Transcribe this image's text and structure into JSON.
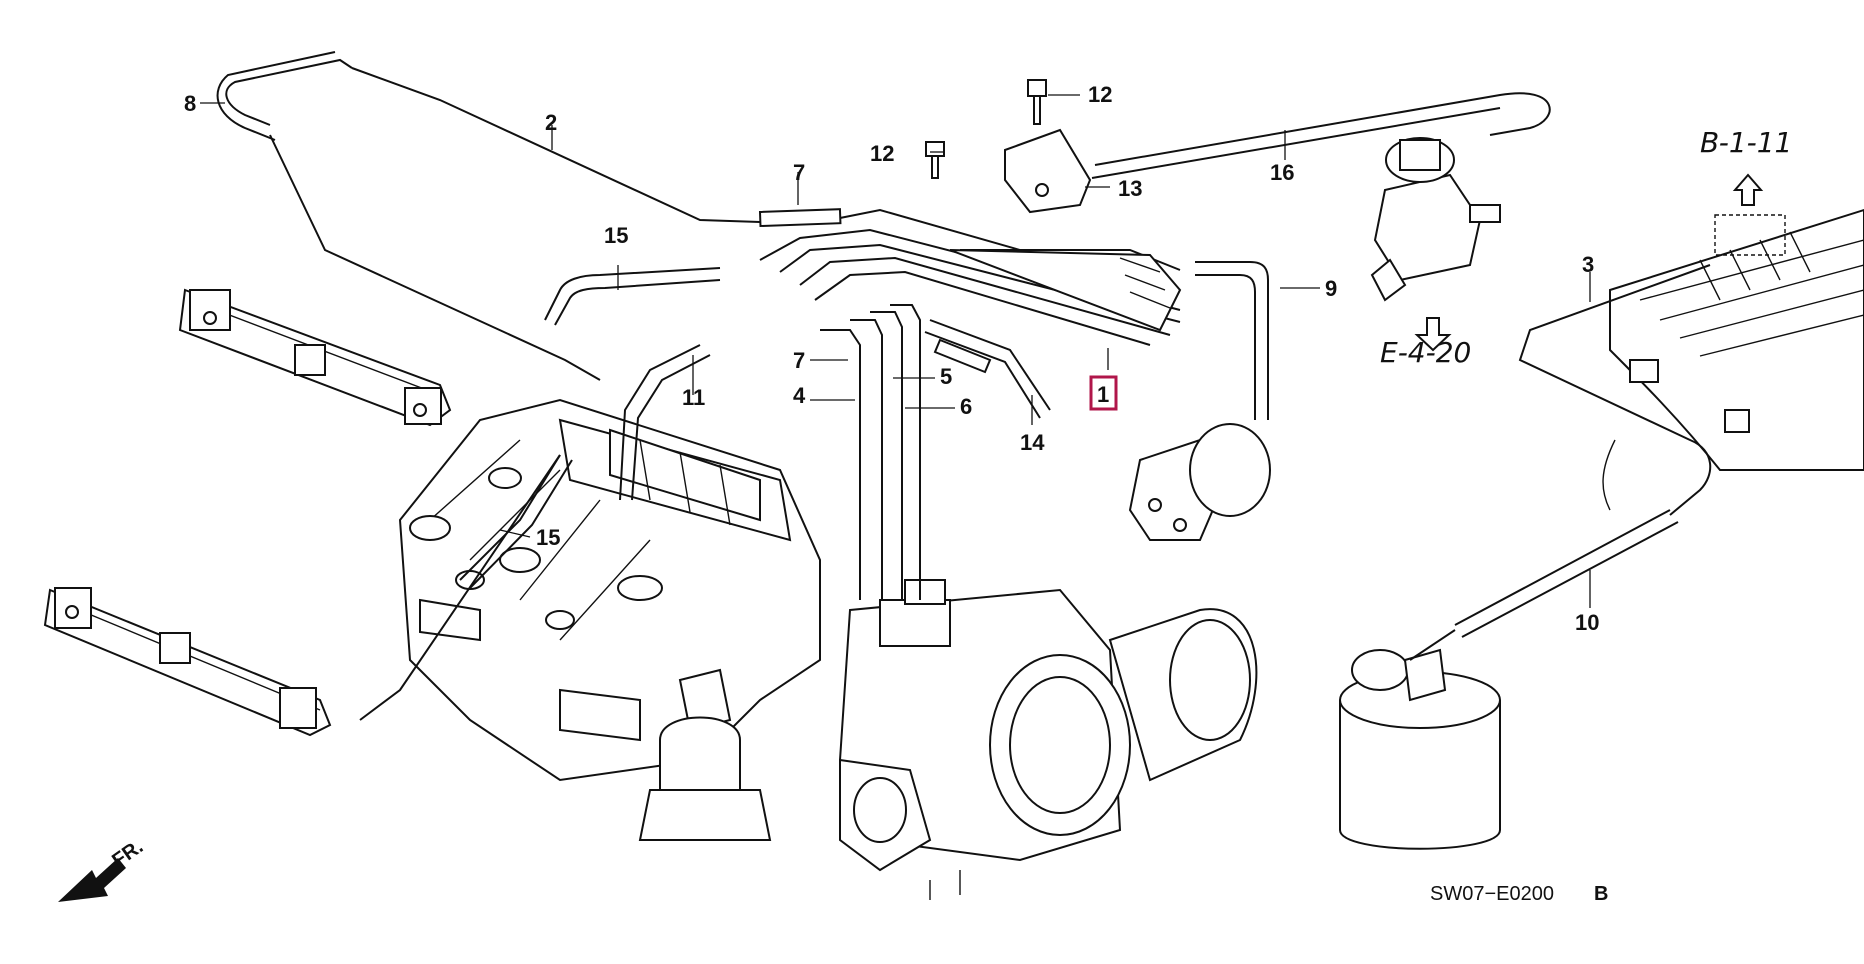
{
  "diagram": {
    "callouts": {
      "c1": "1",
      "c2": "2",
      "c3": "3",
      "c4": "4",
      "c5": "5",
      "c6": "6",
      "c7a": "7",
      "c7b": "7",
      "c8": "8",
      "c9": "9",
      "c10": "10",
      "c11": "11",
      "c12a": "12",
      "c12b": "12",
      "c13": "13",
      "c14": "14",
      "c15a": "15",
      "c15b": "15",
      "c16": "16"
    },
    "highlighted_callout": "1",
    "refs": {
      "section_ref_upper": "B-1-11",
      "section_ref_lower": "E-4-20"
    },
    "front_marker": "FR.",
    "diagram_code": "SW07−E0200",
    "diagram_code_suffix": "B",
    "colors": {
      "ink": "#111111",
      "highlight": "#b0164a",
      "background": "#ffffff"
    }
  }
}
